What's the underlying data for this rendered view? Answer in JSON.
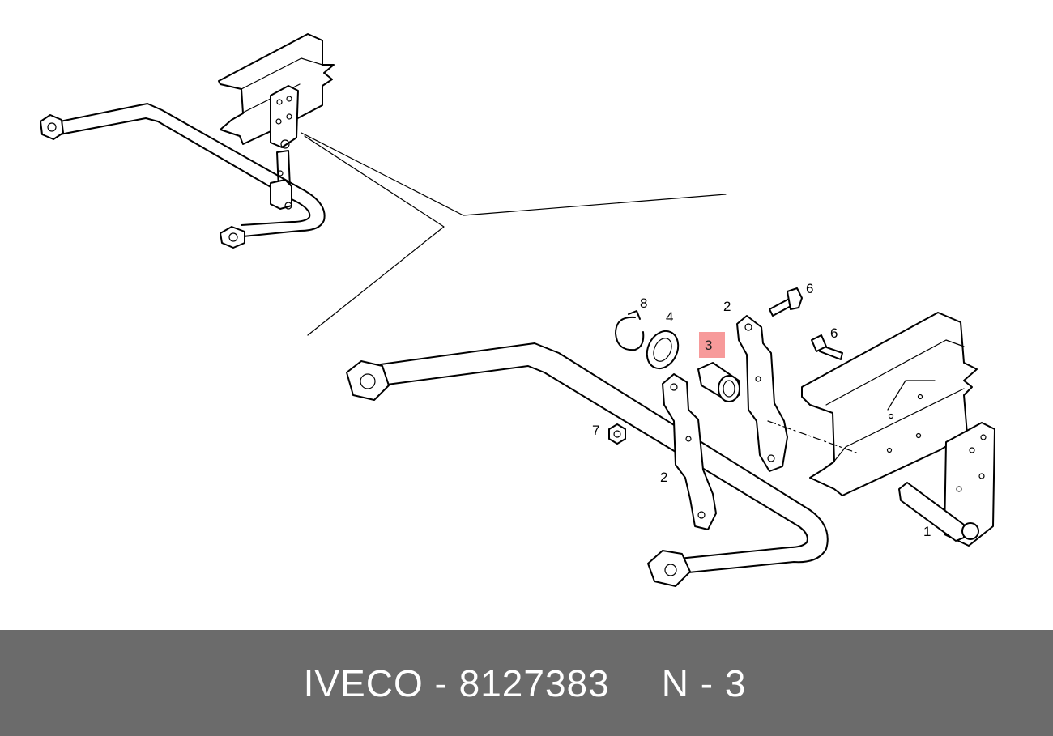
{
  "diagram": {
    "callouts": [
      "1",
      "2",
      "2",
      "3",
      "4",
      "6",
      "6",
      "7",
      "8"
    ],
    "highlighted_part": "3",
    "highlight_color": "#f79a9a"
  },
  "footer": {
    "brand": "IVECO",
    "separator": "-",
    "part_number": "8127383",
    "ref_label": "N - 3",
    "background_color": "#6b6b6b",
    "text_color": "#ffffff"
  }
}
